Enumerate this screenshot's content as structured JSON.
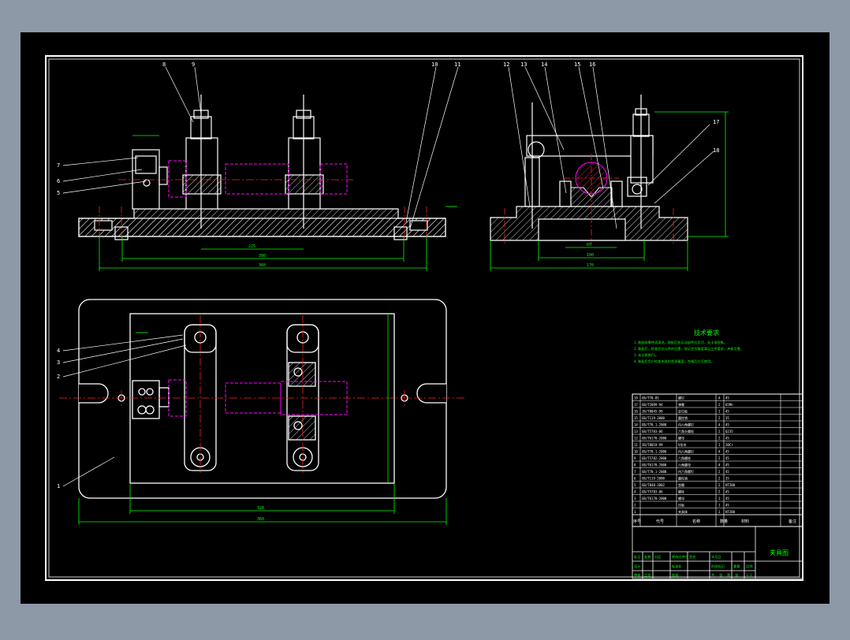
{
  "colors": {
    "background": "#8e99a8",
    "canvas": "#000000",
    "line": "#ffffff",
    "dimension": "#00ff00",
    "center": "#ff2020",
    "phantom": "#ff00ff",
    "hatch": "#ffffff",
    "notes": "#00ff00"
  },
  "front_view": {
    "labels": [
      "8",
      "9",
      "10",
      "11",
      "7",
      "6",
      "5"
    ],
    "dims": [
      "225",
      "300",
      "360"
    ]
  },
  "side_view": {
    "labels": [
      "12",
      "13",
      "14",
      "15",
      "16",
      "17",
      "18"
    ],
    "dims": [
      "65",
      "100",
      "170"
    ]
  },
  "top_view": {
    "labels": [
      "4",
      "3",
      "2",
      "1"
    ],
    "dims": [
      "320",
      "360"
    ]
  },
  "notes": {
    "title": "技术要求",
    "lines": [
      "1.装配前零件须清洗，装配后各运动部件应灵活、无卡滞现象。",
      "2.装配后，检查定位元件的位置，保证定位精度满足工序要求，夹紧可靠。",
      "3.未注倒角C1。",
      "4.装配后用户检查夹具的各项精度，合格后方可使用。"
    ]
  },
  "bom": {
    "rows": [
      {
        "no": "18",
        "code": "GB/T70-85",
        "name": "螺钉",
        "qty": "4",
        "mat": "45"
      },
      {
        "no": "17",
        "code": "GB/T2089-94",
        "name": "弹簧",
        "qty": "2",
        "mat": "65Mn"
      },
      {
        "no": "16",
        "code": "JB/T8045-99",
        "name": "定位板",
        "qty": "1",
        "mat": "45"
      },
      {
        "no": "15",
        "code": "GB/T119-2000",
        "name": "圆柱销",
        "qty": "2",
        "mat": "35"
      },
      {
        "no": "14",
        "code": "GB/T70.1-2000",
        "name": "内六角螺钉",
        "qty": "4",
        "mat": "45"
      },
      {
        "no": "13",
        "code": "GB/T5783-86",
        "name": "六角头螺栓",
        "qty": "2",
        "mat": "Q235"
      },
      {
        "no": "12",
        "code": "GB/T6170-2000",
        "name": "螺母",
        "qty": "2",
        "mat": "45"
      },
      {
        "no": "11",
        "code": "JB/T8019-99",
        "name": "V形块",
        "qty": "1",
        "mat": "20Cr"
      },
      {
        "no": "10",
        "code": "GB/T70.1-2000",
        "name": "内六角螺钉",
        "qty": "4",
        "mat": "45"
      },
      {
        "no": "9",
        "code": "GB/T5782-2000",
        "name": "六角螺栓",
        "qty": "2",
        "mat": "45"
      },
      {
        "no": "8",
        "code": "GB/T6170-2000",
        "name": "六角螺母",
        "qty": "4",
        "mat": "45"
      },
      {
        "no": "7",
        "code": "GB/T70.1-2000",
        "name": "内六角螺钉",
        "qty": "2",
        "mat": "45"
      },
      {
        "no": "6",
        "code": "GB/T119-2000",
        "name": "圆柱销",
        "qty": "2",
        "mat": "35"
      },
      {
        "no": "5",
        "code": "GB/T848-2002",
        "name": "垫圈",
        "qty": "2",
        "mat": "HT200"
      },
      {
        "no": "4",
        "code": "GB/T5783-86",
        "name": "螺栓",
        "qty": "2",
        "mat": "45"
      },
      {
        "no": "3",
        "code": "GB/T6170-2000",
        "name": "螺母",
        "qty": "1",
        "mat": "45"
      },
      {
        "no": "2",
        "code": "",
        "name": "压板",
        "qty": "1",
        "mat": "45"
      },
      {
        "no": "1",
        "code": "",
        "name": "夹具体",
        "qty": "1",
        "mat": "HT200"
      }
    ],
    "header": {
      "no": "序号",
      "code": "代号",
      "name": "名称",
      "qty": "数量",
      "mat": "材料",
      "note": "备注"
    }
  },
  "title_block": {
    "drawing_name": "夹具图",
    "row1": [
      "标记",
      "处数",
      "分区",
      "更改文件号",
      "签名",
      "年月日"
    ],
    "row2": [
      "设计",
      "",
      "标准化",
      "",
      "阶段标记",
      "重量",
      "比例"
    ],
    "row3": [
      "审核",
      "",
      "",
      "",
      "",
      "",
      "1:1"
    ],
    "row4": [
      "工艺",
      "",
      "批准",
      "",
      "共",
      "张",
      "第",
      "张"
    ]
  }
}
